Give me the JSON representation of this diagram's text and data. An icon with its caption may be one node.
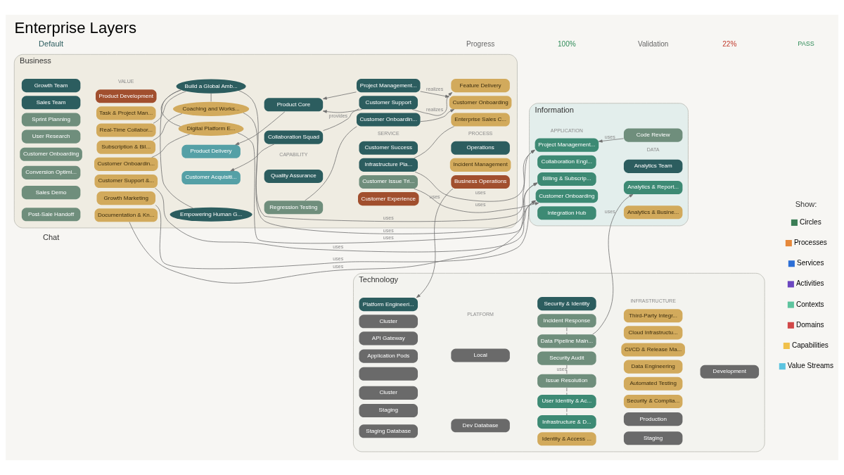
{
  "diagram": {
    "title": "Enterprise Layers",
    "nodes": [
      {
        "text": [
          "Business"
        ]
      },
      {
        "text": [
          "Growth Team"
        ],
        "in": 0
      },
      {
        "text": [
          "Sales Team"
        ],
        "in": 0
      },
      {
        "text": [
          "Sprint Planning"
        ],
        "in": 0
      },
      {
        "text": [
          "User Research"
        ],
        "in": 0
      },
      {
        "text": [
          "Customer Onboarding"
        ],
        "in": 0
      },
      {
        "text": [
          "Conversion Optimi..."
        ],
        "in": 0
      },
      {
        "text": [
          "Sales Demo"
        ],
        "in": 0
      },
      {
        "text": [
          "Post-Sale Handoff"
        ],
        "in": 0
      },
      {
        "text": [
          "Product Development"
        ],
        "in": 0
      },
      {
        "text": [
          "Task & Project Man..."
        ],
        "in": 0
      },
      {
        "text": [
          "Real-Time Collabor..."
        ],
        "in": 0
      },
      {
        "text": [
          "Subscription & Bil..."
        ],
        "in": 0
      },
      {
        "text": [
          "Customer Onboardin..."
        ],
        "in": 0
      },
      {
        "text": [
          "Customer Support &..."
        ],
        "in": 0
      },
      {
        "text": [
          "Growth Marketing"
        ],
        "in": 0
      },
      {
        "text": [
          "Documentation & Kn..."
        ],
        "in": 0
      },
      {
        "text": [
          "Product Delivery"
        ],
        "in": 0
      },
      {
        "text": [
          "Customer Acquisiti..."
        ],
        "in": 0
      },
      {
        "text": [
          "Empowering Human G..."
        ],
        "in": 0
      },
      {
        "text": [
          "Build a Global Amb..."
        ],
        "in": 0
      },
      {
        "text": [
          "Coaching and Works..."
        ],
        "in": 0
      },
      {
        "text": [
          "Digital Platform E..."
        ],
        "in": 0
      },
      {
        "text": [
          "Product Core"
        ],
        "in": 0
      },
      {
        "text": [
          "Collaboration Squad"
        ],
        "in": 0
      },
      {
        "text": [
          "Quality Assurance"
        ],
        "in": 0
      },
      {
        "text": [
          "Regression Testing"
        ],
        "in": 0
      },
      {
        "text": [
          "Customer Success"
        ],
        "in": 0
      },
      {
        "text": [
          "Customer Support"
        ],
        "in": 0
      },
      {
        "text": [
          "Project Management..."
        ],
        "in": 0
      },
      {
        "text": [
          "Customer Onboardin..."
        ],
        "in": 0
      },
      {
        "text": [
          "Infrastructure Pla..."
        ],
        "in": 0
      },
      {
        "text": [
          "Customer Issue Tri..."
        ],
        "in": 0
      },
      {
        "text": [
          "Customer Experience"
        ],
        "in": 0
      },
      {
        "text": [
          "Operations"
        ],
        "in": 0
      },
      {
        "text": [
          "Feature Delivery"
        ],
        "in": 0
      },
      {
        "text": [
          "Customer Onboarding"
        ],
        "in": 0
      },
      {
        "text": [
          "Incident Management"
        ],
        "in": 0
      },
      {
        "text": [
          "Enterprise Sales C..."
        ],
        "in": 0
      },
      {
        "text": [
          "Business Operations"
        ],
        "in": 0
      },
      {
        "text": [
          "Information"
        ]
      },
      {
        "text": [
          "Project Management..."
        ],
        "in": 40
      },
      {
        "text": [
          "Collaboration Engi..."
        ],
        "in": 40
      },
      {
        "text": [
          "Billing & Subscrip..."
        ],
        "in": 40
      },
      {
        "text": [
          "Customer Onboarding"
        ],
        "in": 40
      },
      {
        "text": [
          "Integration Hub"
        ],
        "in": 40
      },
      {
        "text": [
          "Analytics Team"
        ],
        "in": 40
      },
      {
        "text": [
          "Code Review"
        ],
        "in": 40
      },
      {
        "text": [
          "Analytics & Report..."
        ],
        "in": 40
      },
      {
        "text": [
          "Analytics & Busine..."
        ],
        "in": 40
      },
      {
        "text": [
          "Technology"
        ]
      },
      {
        "text": [
          "Platform Engineeri..."
        ],
        "in": 50
      },
      {
        "text": [
          "Cluster"
        ],
        "in": 50
      },
      {
        "text": [
          "API Gateway"
        ],
        "in": 50
      },
      {
        "text": [
          "Application Pods"
        ],
        "in": 50
      },
      {
        "text": [],
        "shape": "box",
        "in": 50
      },
      {
        "text": [
          "Cluster"
        ],
        "in": 50
      },
      {
        "text": [
          "Staging"
        ],
        "in": 50
      },
      {
        "text": [
          "Staging Database"
        ],
        "in": 50
      },
      {
        "text": [
          "Local"
        ],
        "in": 50
      },
      {
        "text": [
          "Dev Database"
        ],
        "in": 50
      },
      {
        "text": [
          "Security & Identity"
        ],
        "in": 50
      },
      {
        "text": [
          "Incident Response"
        ],
        "in": 50
      },
      {
        "text": [
          "Data Pipeline Main..."
        ],
        "in": 50
      },
      {
        "text": [
          "Security Audit"
        ],
        "in": 50
      },
      {
        "text": [
          "Issue Resolution"
        ],
        "in": 50
      },
      {
        "text": [
          "User Identity & Ac..."
        ],
        "in": 50
      },
      {
        "text": [
          "Infrastructure & D..."
        ],
        "in": 50
      },
      {
        "text": [
          "Identity & Access ..."
        ],
        "in": 50
      },
      {
        "text": [
          "Third-Party Integr..."
        ],
        "in": 50
      },
      {
        "text": [
          "Cloud Infrastructu..."
        ],
        "in": 50
      },
      {
        "text": [
          "CI/CD & Release Ma..."
        ],
        "in": 50
      },
      {
        "text": [
          "Data Engineering"
        ],
        "in": 50
      },
      {
        "text": [
          "Automated Testing"
        ],
        "in": 50
      },
      {
        "text": [
          "Security & Complia..."
        ],
        "in": 50
      },
      {
        "text": [
          "Production"
        ],
        "in": 50
      },
      {
        "text": [
          "Staging"
        ],
        "in": 50
      },
      {
        "text": [
          "Development"
        ],
        "in": 50
      }
    ],
    "edges": [
      {
        "from": 23,
        "to": 17,
        "arrow": "to"
      },
      {
        "from": 24,
        "to": 18,
        "arrow": "to"
      },
      {
        "from": 28,
        "to": 23,
        "arrow": "to"
      },
      {
        "from": 29,
        "to": 23,
        "arrow": "to"
      },
      {
        "from": 24,
        "to": 28,
        "arrow": "none",
        "label": "provides"
      },
      {
        "from": 28,
        "to": 35,
        "arrow": "to",
        "label": "realizes"
      },
      {
        "from": 29,
        "to": 36,
        "arrow": "to",
        "label": "realizes"
      },
      {
        "from": 30,
        "to": 36,
        "arrow": "to"
      },
      {
        "from": 26,
        "to": 30,
        "arrow": "none"
      },
      {
        "from": 31,
        "to": 38,
        "arrow": "none"
      },
      {
        "from": 19,
        "to": 20,
        "arrow": "none"
      },
      {
        "from": 20,
        "to": 21,
        "arrow": "none"
      },
      {
        "from": 20,
        "to": 22,
        "arrow": "none"
      },
      {
        "from": 11,
        "to": 20,
        "arrow": "none"
      },
      {
        "from": 12,
        "to": 21,
        "arrow": "none"
      },
      {
        "from": 13,
        "to": 22,
        "arrow": "none"
      },
      {
        "from": 20,
        "to": 41,
        "arrow": "to",
        "label": "uses"
      },
      {
        "from": 21,
        "to": 43,
        "arrow": "to",
        "label": "uses"
      },
      {
        "from": 22,
        "to": 44,
        "arrow": "to",
        "label": "uses"
      },
      {
        "from": 14,
        "to": 44,
        "arrow": "to",
        "label": "uses"
      },
      {
        "from": 15,
        "to": 44,
        "arrow": "to",
        "label": "uses"
      },
      {
        "from": 16,
        "to": 43,
        "arrow": "to",
        "label": "uses"
      },
      {
        "from": 32,
        "to": 44,
        "arrow": "to",
        "label": "uses"
      },
      {
        "from": 31,
        "to": 41,
        "arrow": "to",
        "label": "uses"
      },
      {
        "from": 39,
        "to": 51,
        "arrow": "to",
        "label": "uses"
      },
      {
        "from": 47,
        "to": 41,
        "arrow": "to",
        "label": "uses"
      },
      {
        "from": 63,
        "to": 48,
        "arrow": "to",
        "label": "uses"
      },
      {
        "from": 62,
        "to": 63,
        "arrow": "none",
        "style": "dashed"
      },
      {
        "from": 64,
        "to": 65,
        "arrow": "none",
        "style": "dashed",
        "label": "uses"
      },
      {
        "from": 65,
        "to": 66,
        "arrow": "none",
        "style": "dashed"
      },
      {
        "from": 66,
        "to": 67,
        "arrow": "none",
        "style": "dashed"
      }
    ],
    "labels": [
      "Default",
      "Progress",
      "100%",
      "Validation",
      "22%",
      "PASS",
      "Show:",
      "VALUE",
      "CAPABILITY",
      "SERVICE",
      "PROCESS",
      "APPLICATION",
      "DATA",
      "PLATFORM",
      "INFRASTRUCTURE",
      "Chat"
    ],
    "legend": [
      {
        "text": "Circles",
        "color": "#3a7d55"
      },
      {
        "text": "Processes",
        "color": "#e6883a"
      },
      {
        "text": "Services",
        "color": "#2d6fd6"
      },
      {
        "text": "Activities",
        "color": "#6b47c0"
      },
      {
        "text": "Contexts",
        "color": "#5ec49e"
      },
      {
        "text": "Domains",
        "color": "#d14848"
      },
      {
        "text": "Capabilities",
        "color": "#f0c04a"
      },
      {
        "text": "Value Streams",
        "color": "#5cc4e0"
      }
    ]
  }
}
